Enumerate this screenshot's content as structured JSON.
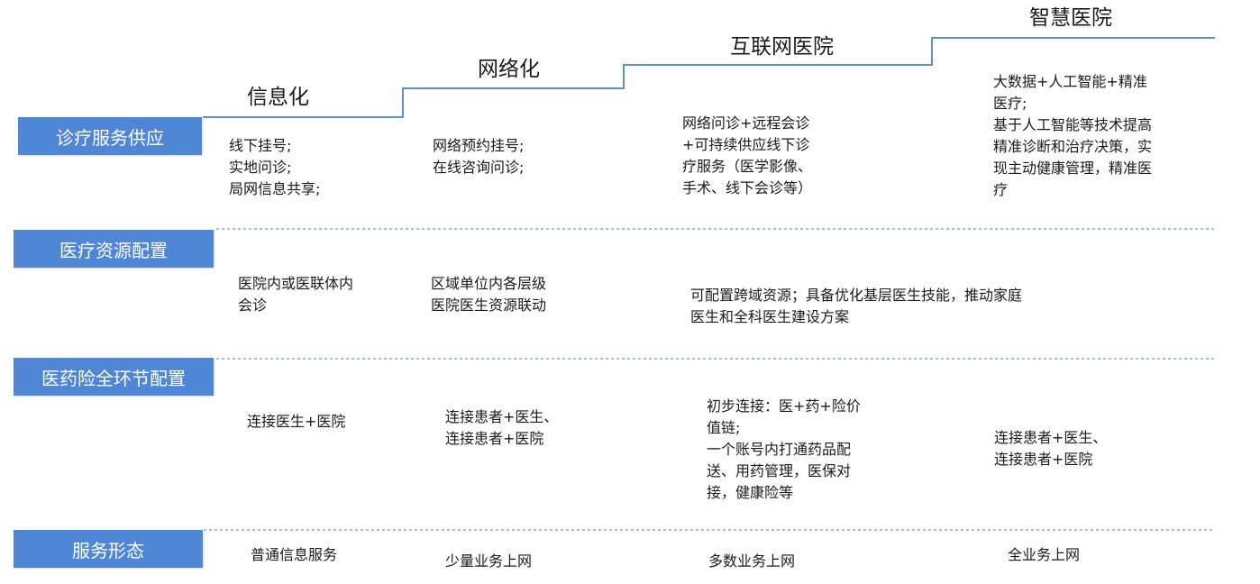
{
  "stages": [
    "信息化",
    "网络化",
    "互联网医院",
    "智慧医院"
  ],
  "rows": [
    {
      "label": "诊疗服务供应",
      "cells": [
        [
          "线下挂号;",
          "实地问诊;",
          "局网信息共享;"
        ],
        [
          "网络预约挂号;",
          "在线咨询问诊;"
        ],
        [
          "网络问诊+远程会诊",
          "+可持续供应线下诊",
          "疗服务（医学影像、",
          "手术、线下会诊等）"
        ],
        [
          "大数据+人工智能+精准",
          "医疗;",
          "基于人工智能等技术提高",
          "精准诊断和治疗决策，实",
          "现主动健康管理，精准医",
          "疗"
        ]
      ]
    },
    {
      "label": "医疗资源配置",
      "cells": [
        [
          "医院内或医联体内",
          "会诊"
        ],
        [
          "区域单位内各层级",
          "医院医生资源联动"
        ],
        [
          "可配置跨域资源；具备优化基层医生技能，推动家庭",
          "医生和全科医生建设方案"
        ]
      ]
    },
    {
      "label": "医药险全环节配置",
      "cells": [
        [
          "连接医生+医院"
        ],
        [
          "连接患者+医生、",
          "连接患者+医院"
        ],
        [
          "初步连接：医+药+险价",
          "值链;",
          "一个账号内打通药品配",
          "送、用药管理，医保对",
          "接，健康险等"
        ],
        [
          "连接患者+医生、",
          "连接患者+医院"
        ]
      ]
    },
    {
      "label": "服务形态",
      "cells": [
        [
          "普通信息服务"
        ],
        [
          "少量业务上网"
        ],
        [
          "多数业务上网"
        ],
        [
          "全业务上网"
        ]
      ]
    }
  ],
  "colors": {
    "label_bg": "#4f86d6",
    "stair_line": "#5b8fd9",
    "divider": "#8aa9d8"
  }
}
